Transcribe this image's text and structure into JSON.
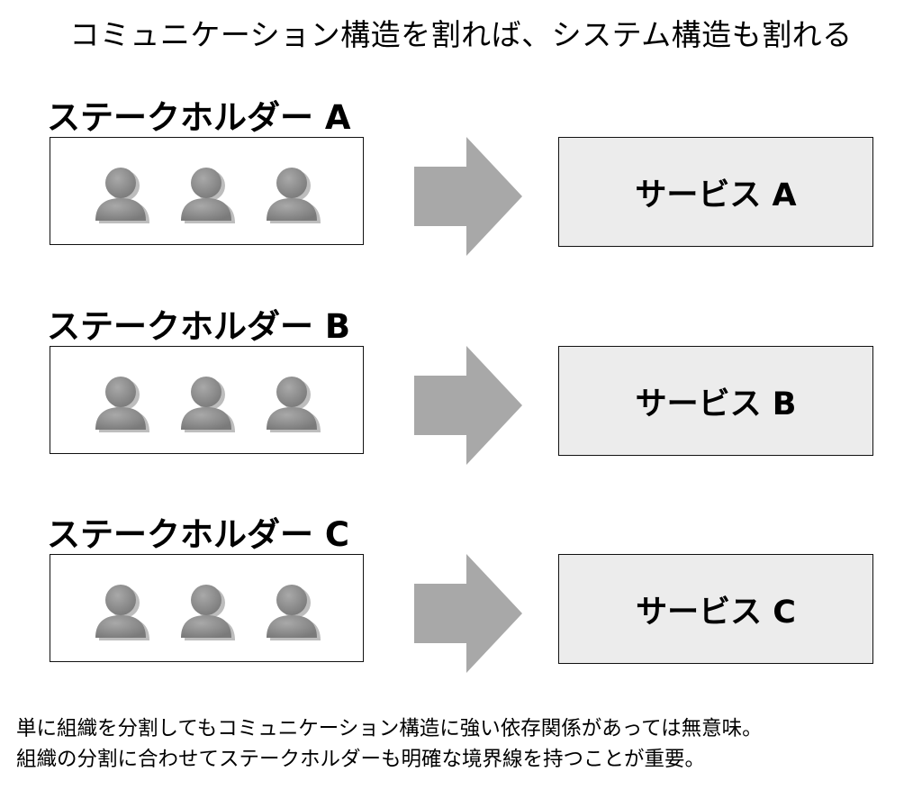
{
  "title": "コミュニケーション構造を割れば、システム構造も割れる",
  "colors": {
    "arrow": "#a8a8a8",
    "service_box_fill": "#ececec",
    "person_fill": "#7a7a7a",
    "border": "#111111"
  },
  "icons": [
    "person-icon",
    "arrow-right-icon"
  ],
  "groups": [
    {
      "stakeholder": "ステークホルダー A",
      "service": "サービス A"
    },
    {
      "stakeholder": "ステークホルダー B",
      "service": "サービス B"
    },
    {
      "stakeholder": "ステークホルダー C",
      "service": "サービス C"
    }
  ],
  "footer": {
    "line1": "単に組織を分割してもコミュニケーション構造に強い依存関係があっては無意味。",
    "line2": "組織の分割に合わせてステークホルダーも明確な境界線を持つことが重要。"
  }
}
